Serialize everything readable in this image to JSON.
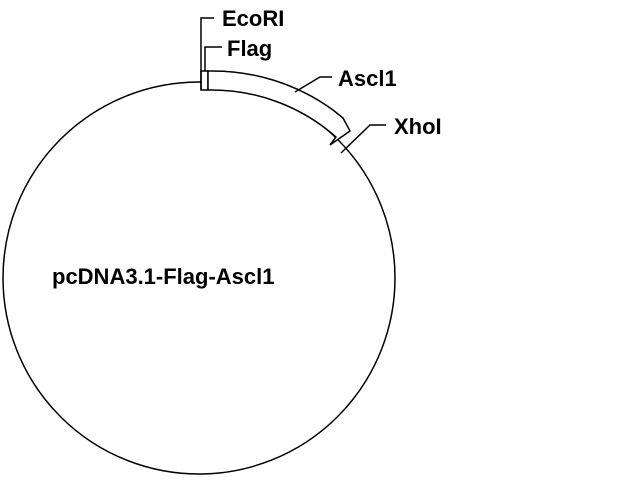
{
  "plasmid": {
    "name": "pcDNA3.1-Flag-Ascl1"
  },
  "features": {
    "ecori": "EcoRI",
    "flag": "Flag",
    "ascl1": "Ascl1",
    "xhoi": "XhoI"
  },
  "colors": {
    "stroke": "#000000",
    "background": "#ffffff"
  }
}
